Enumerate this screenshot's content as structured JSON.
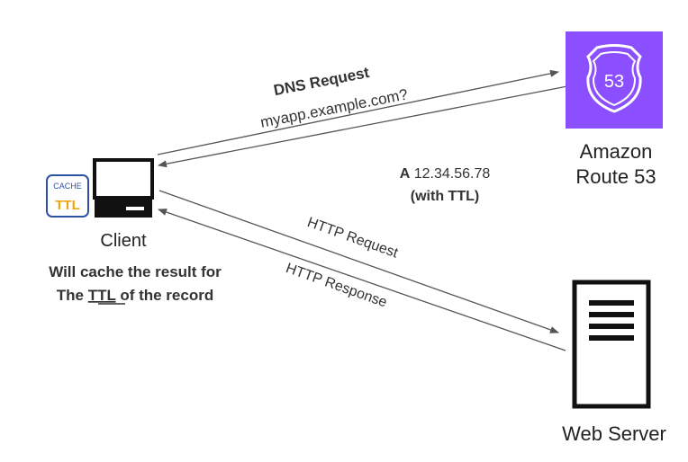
{
  "client": {
    "cache_label": "CACHE",
    "ttl_label": "TTL",
    "name": "Client",
    "note_line1": "Will cache the result for",
    "note_line2_prefix": "The ",
    "note_line2_ttl": "TTL",
    "note_line2_suffix": " of the record"
  },
  "route53": {
    "badge_number": "53",
    "name_line1": "Amazon",
    "name_line2": "Route 53",
    "color": "#8c4fff"
  },
  "web_server": {
    "name": "Web Server"
  },
  "arrows": {
    "dns_request_title": "DNS Request",
    "dns_request_query": "myapp.example.com?",
    "dns_response_type": "A",
    "dns_response_ip": "12.34.56.78",
    "dns_response_ttl": "(with TTL)",
    "http_request": "HTTP Request",
    "http_response": "HTTP Response"
  },
  "colors": {
    "ttl_orange": "#f0a30a",
    "cache_border": "#2d52a3",
    "arrow": "#555555"
  }
}
